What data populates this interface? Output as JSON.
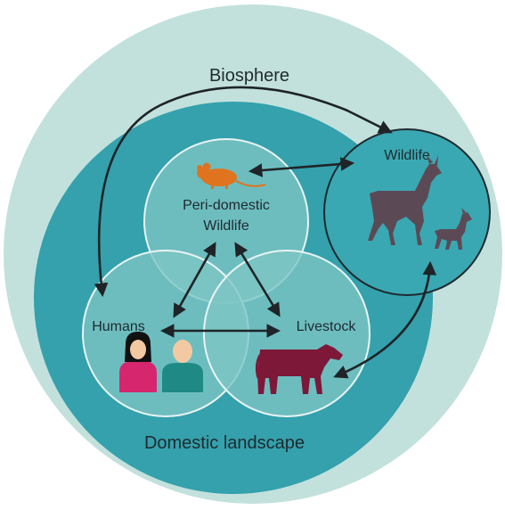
{
  "labels": {
    "biosphere": "Biosphere",
    "domestic_landscape": "Domestic landscape",
    "wildlife": "Wildlife",
    "peri_domestic_line1": "Peri-domestic",
    "peri_domestic_line2": "Wildlife",
    "humans": "Humans",
    "livestock": "Livestock"
  },
  "colors": {
    "biosphere": "#c3e1dc",
    "domestic": "#34a1ad",
    "wildlife_circle": "#3aa8b2",
    "overlap_circle": "#7ec5c4",
    "arrow": "#1e2427",
    "rodent": "#e0731e",
    "deer": "#5b4a55",
    "cow": "#7d1838",
    "human_female": "#d6266e",
    "human_male": "#1f8a85"
  },
  "icons": [
    "rodent-icon",
    "deer-icon",
    "fawn-icon",
    "female-human-icon",
    "male-human-icon",
    "cow-icon"
  ]
}
